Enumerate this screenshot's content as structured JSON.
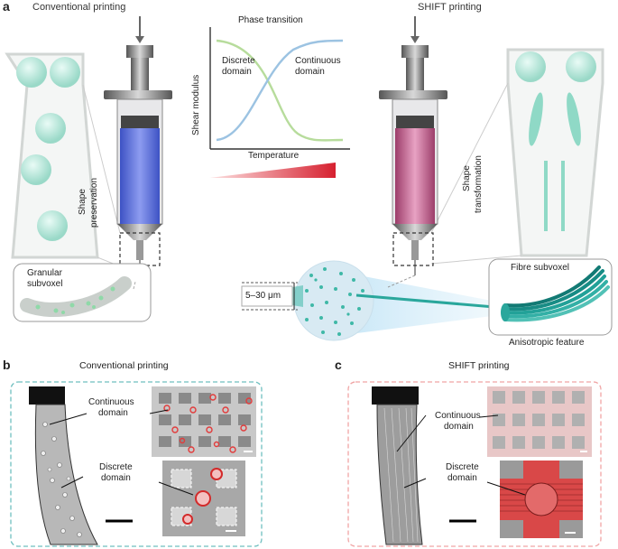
{
  "panel_a": {
    "letter": "a",
    "left_title": "Conventional printing",
    "right_title": "SHIFT printing",
    "phase": {
      "title": "Phase transition",
      "ylabel": "Shear modulus",
      "xlabel": "Temperature",
      "discrete_label": [
        "Discrete",
        "domain"
      ],
      "continuous_label": [
        "Continuous",
        "domain"
      ],
      "green_color": "#b7dc9c",
      "blue_color": "#9cc3e2",
      "temp_gradient": [
        "#fde2e2",
        "#d6202f"
      ]
    },
    "shape_preservation": [
      "Shape",
      "preservation"
    ],
    "shape_transformation": [
      "Shape",
      "transformation"
    ],
    "granular_subvoxel": [
      "Granular",
      "subvoxel"
    ],
    "size_range": "5–30 μm",
    "fibre_subvoxel": "Fibre subvoxel",
    "anisotropic_feature": "Anisotropic feature",
    "syringe_left_color": "#5a6fd6",
    "syringe_right_color": "#c4608a",
    "particle_color": "#7fd3c4"
  },
  "panel_b": {
    "letter": "b",
    "title": "Conventional printing",
    "continuous_label": [
      "Continuous",
      "domain"
    ],
    "discrete_label": [
      "Discrete",
      "domain"
    ],
    "border_color": "#6fbfbf"
  },
  "panel_c": {
    "letter": "c",
    "title": "SHIFT printing",
    "continuous_label": [
      "Continuous",
      "domain"
    ],
    "discrete_label": [
      "Discrete",
      "domain"
    ],
    "border_color": "#f0a5a5"
  }
}
